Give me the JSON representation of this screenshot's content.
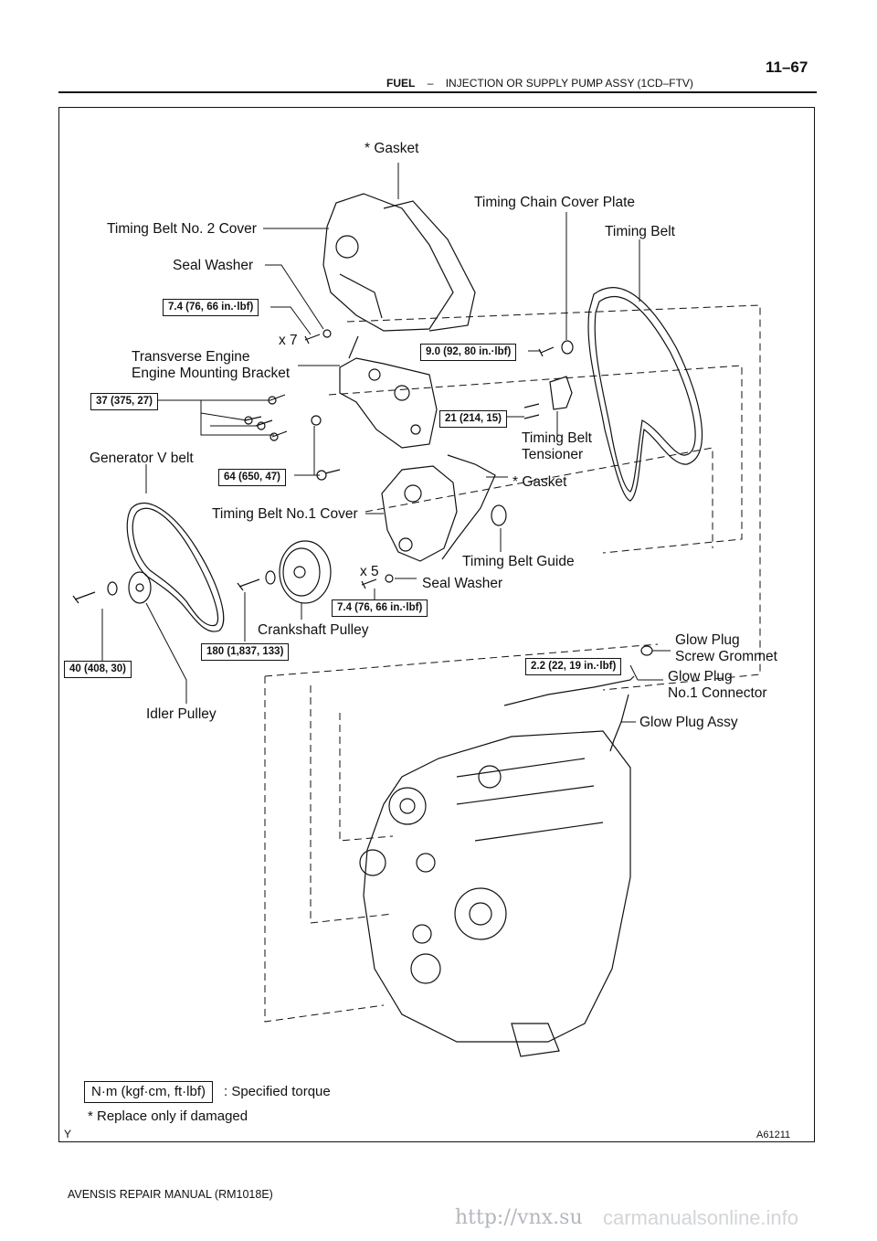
{
  "header": {
    "page_number": "11–67",
    "section": "FUEL",
    "dash": "–",
    "subsection": "INJECTION OR SUPPLY PUMP ASSY (1CD–FTV)"
  },
  "labels": {
    "gasket_top": "* Gasket",
    "timing_chain_cover_plate": "Timing Chain Cover Plate",
    "timing_belt_no2_cover": "Timing Belt No. 2 Cover",
    "timing_belt": "Timing Belt",
    "seal_washer_top": "Seal Washer",
    "x7": "x 7",
    "transverse_engine": "Transverse Engine",
    "engine_mounting_bracket": "Engine Mounting Bracket",
    "timing_belt_tensioner_1": "Timing Belt",
    "timing_belt_tensioner_2": "Tensioner",
    "generator_v_belt": "Generator V belt",
    "gasket_mid": "* Gasket",
    "timing_belt_no1_cover": "Timing Belt No.1 Cover",
    "timing_belt_guide": "Timing Belt Guide",
    "x5": "x 5",
    "seal_washer_mid": "Seal Washer",
    "crankshaft_pulley": "Crankshaft Pulley",
    "glow_plug_grommet_1": "Glow Plug",
    "glow_plug_grommet_2": "Screw Grommet",
    "glow_plug_conn_1": "Glow Plug",
    "glow_plug_conn_2": "No.1 Connector",
    "glow_plug_assy": "Glow Plug Assy",
    "idler_pulley": "Idler Pulley"
  },
  "torques": {
    "t_seal_washer_top": "7.4 (76, 66 in.·lbf)",
    "t_chain_cover": "9.0 (92, 80 in.·lbf)",
    "t_bracket": "37 (375, 27)",
    "t_tensioner": "21 (214, 15)",
    "t_64": "64 (650, 47)",
    "t_seal_washer_mid": "7.4 (76, 66 in.·lbf)",
    "t_crankshaft": "180 (1,837, 133)",
    "t_idler": "40 (408, 30)",
    "t_glow": "2.2 (22, 19 in.·lbf)"
  },
  "legend": {
    "unit_box": "N·m (kgf·cm, ft·lbf)",
    "unit_text": ": Specified torque",
    "note": "* Replace only if damaged"
  },
  "figure": {
    "code": "A61211",
    "corner_mark": "Y"
  },
  "footer": {
    "manual": "AVENSIS REPAIR MANUAL   (RM1018E)",
    "watermark": "http://vnx.su",
    "watermark2": "carmanualsonline.info"
  }
}
